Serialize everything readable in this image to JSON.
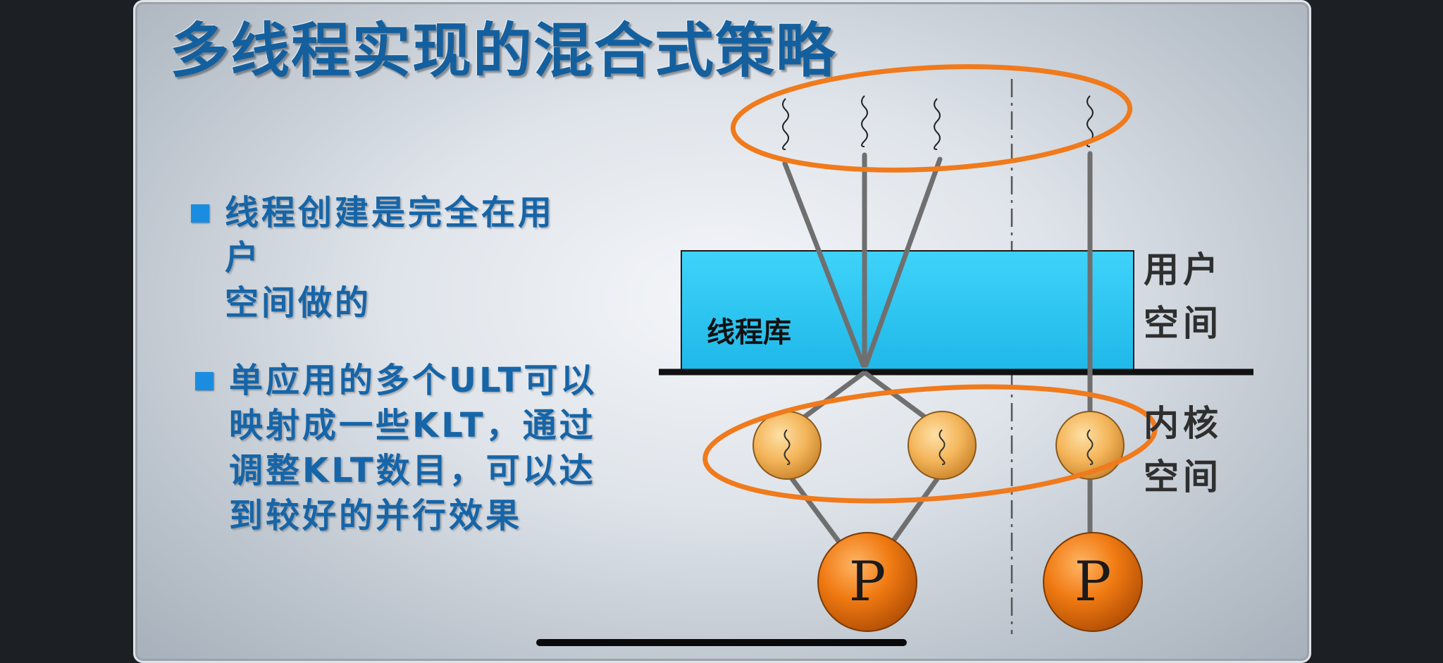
{
  "slide": {
    "title": "多线程实现的混合式策略",
    "bullets": [
      {
        "lines": [
          "线程创建是完全在用户",
          "空间做的"
        ]
      },
      {
        "lines": [
          "单应用的多个ULT可以",
          "映射成一些KLT，通过",
          "调整KLT数目，可以达",
          "到较好的并行效果"
        ]
      }
    ]
  },
  "diagram": {
    "library_label": "线程库",
    "user_space_label": [
      "用户",
      "空间"
    ],
    "kernel_space_label": [
      "内核",
      "空间"
    ],
    "processor_label": "P",
    "colors": {
      "library_box": "#27c6f2",
      "highlight_ellipse": "#f07a1c",
      "kernel_thread": "#f4b55a",
      "processor": "#f07a12",
      "title": "#14609f",
      "bullet_text": "#1665a8"
    }
  }
}
